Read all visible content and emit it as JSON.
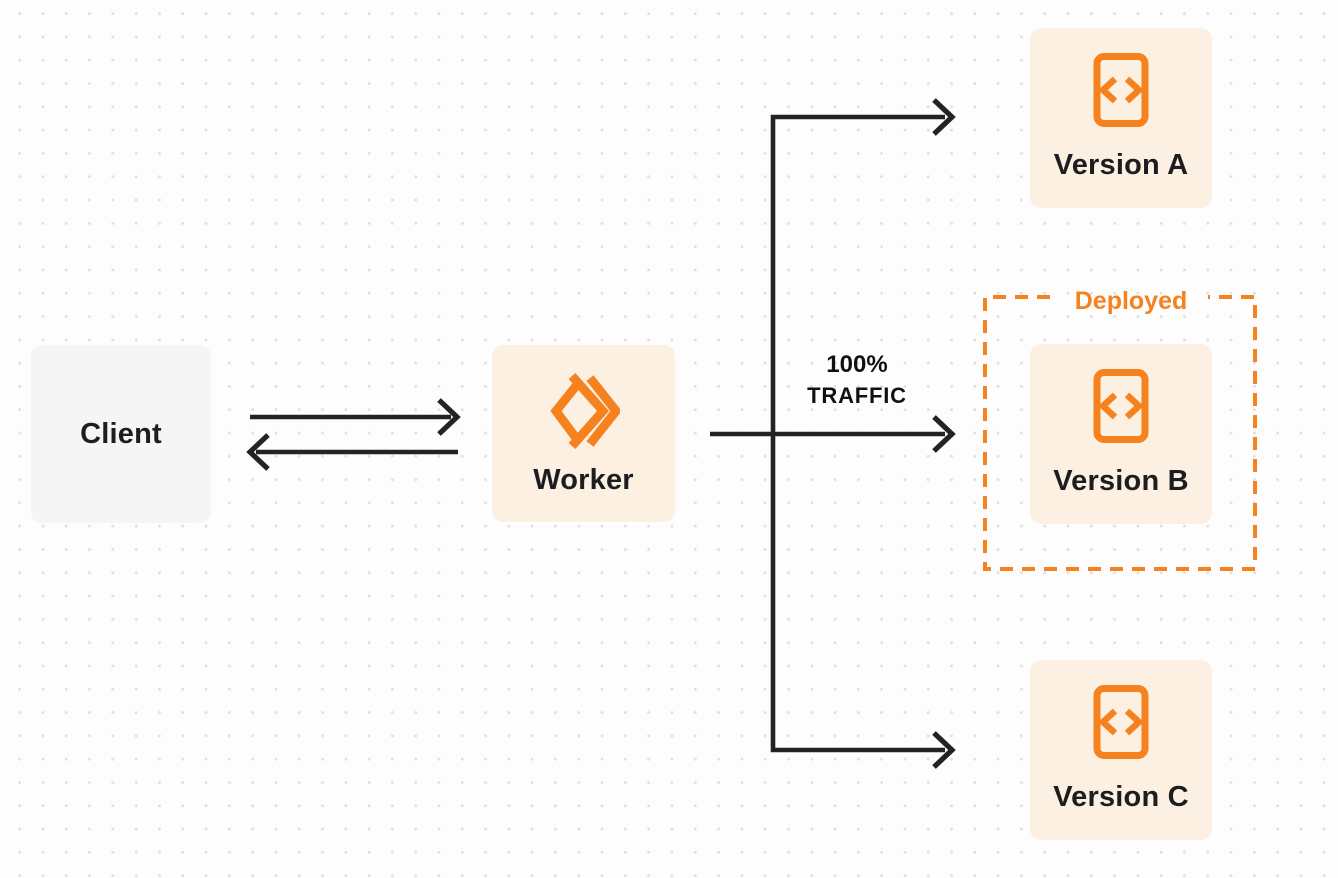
{
  "page": {
    "background": "#FDFDFD",
    "dot_grid_color": "#E0E0E0"
  },
  "colors": {
    "accent_orange": "#F6821F",
    "node_cream_bg": "#FBF0E2",
    "client_gray_bg": "#F5F5F6",
    "arrow_black": "#232323",
    "label_text": "#1D1D1F"
  },
  "nodes": {
    "client": {
      "label": "Client"
    },
    "worker": {
      "label": "Worker"
    },
    "versions": [
      {
        "label": "Version A"
      },
      {
        "label": "Version B"
      },
      {
        "label": "Version C"
      }
    ]
  },
  "annotations": {
    "traffic": {
      "line1": "100%",
      "line2": "TRAFFIC"
    },
    "deployed_group": {
      "label": "Deployed"
    }
  },
  "icons": {
    "worker_icon": "workers-logo-icon",
    "version_icon": "code-file-icon"
  }
}
